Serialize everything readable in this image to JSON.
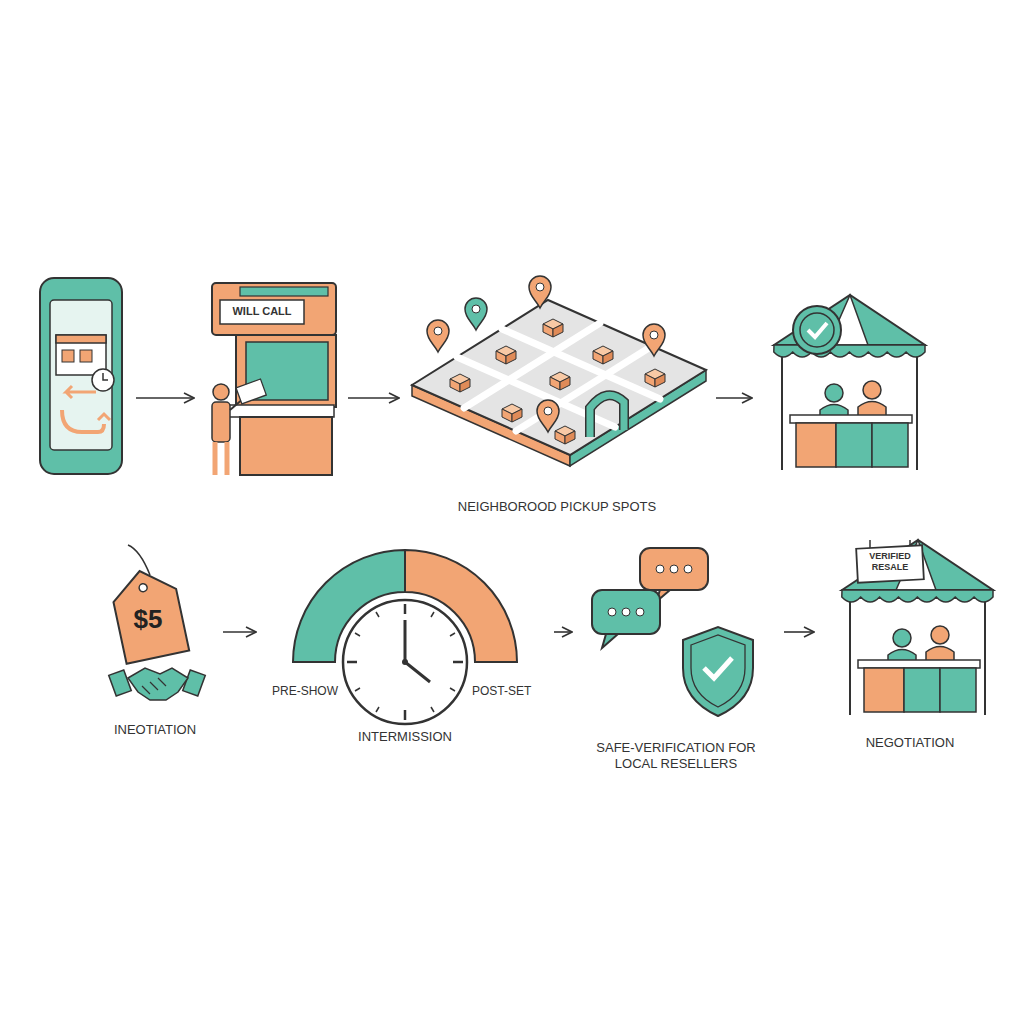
{
  "diagram": {
    "nodes": [
      {
        "text": []
      },
      {
        "text": [
          "WILL CALL"
        ]
      },
      {
        "text": [
          "NEIGHBOROOD PICKUP SPOTS"
        ]
      },
      {
        "text": []
      },
      {
        "text": [
          "$5",
          "INEOTIATION"
        ]
      },
      {
        "text": [
          "PRE-SHOW",
          "POST-SET",
          "INTERMISSION"
        ]
      },
      {
        "text": [
          "SAFE-VERIFICATION FOR LOCAL RESELLERS"
        ]
      },
      {
        "text": [
          "VERIFIED RESALE",
          "NEGOTIATION"
        ]
      }
    ],
    "edges": [
      {
        "from": 0,
        "to": 1,
        "arrow": "to"
      },
      {
        "from": 1,
        "to": 2,
        "arrow": "to"
      },
      {
        "from": 2,
        "to": 3,
        "arrow": "to"
      },
      {
        "from": 4,
        "to": 5,
        "arrow": "to"
      },
      {
        "from": 5,
        "to": 6,
        "arrow": "to"
      },
      {
        "from": 6,
        "to": 7,
        "arrow": "to"
      }
    ]
  }
}
